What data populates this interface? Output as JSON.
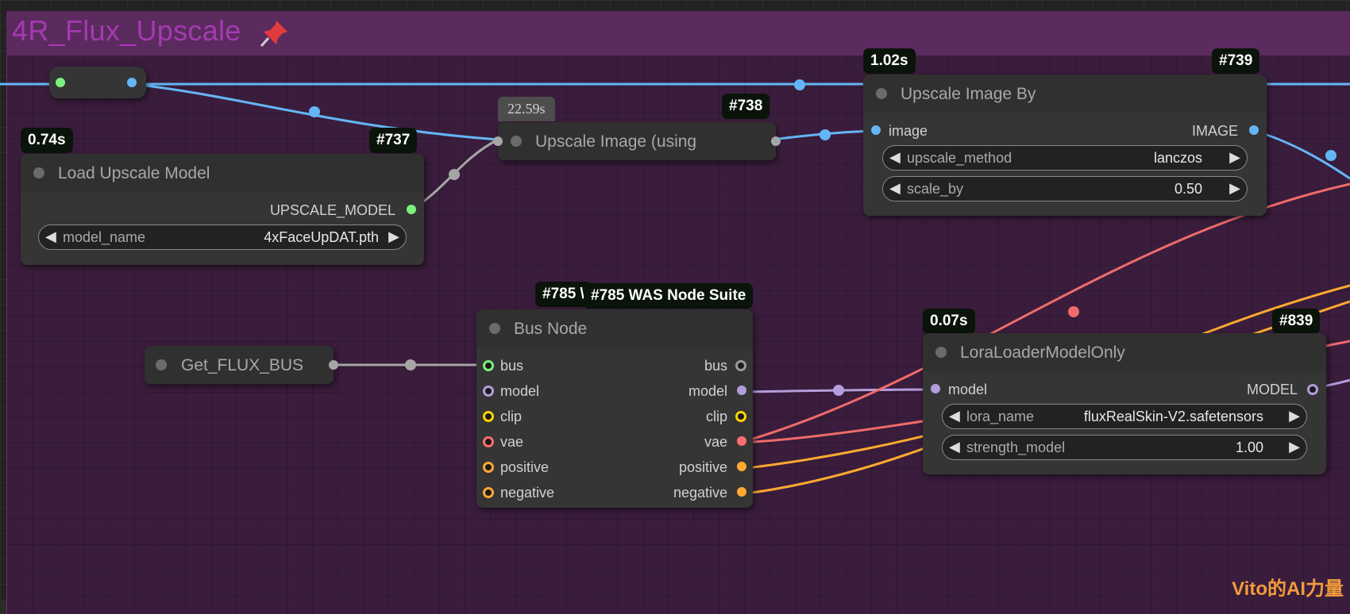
{
  "group": {
    "title": "4R_Flux_Upscale"
  },
  "reroute": {},
  "nodes": {
    "load_upscale": {
      "title": "Load Upscale Model",
      "time": "0.74s",
      "id": "#737",
      "output": "UPSCALE_MODEL",
      "widget": {
        "label": "model_name",
        "value": "4xFaceUpDAT.pth"
      }
    },
    "upscale_using": {
      "title": "Upscale Image (using",
      "time": "22.59s",
      "id": "#738"
    },
    "upscale_by": {
      "title": "Upscale Image By",
      "time": "1.02s",
      "id": "#739",
      "input": "image",
      "output": "IMAGE",
      "widgets": [
        {
          "label": "upscale_method",
          "value": "lanczos"
        },
        {
          "label": "scale_by",
          "value": "0.50"
        }
      ]
    },
    "get_bus": {
      "title": "Get_FLUX_BUS"
    },
    "bus": {
      "title": "Bus Node",
      "id_partial": "#785 \\",
      "tooltip": "#785 WAS Node Suite",
      "inputs": [
        "bus",
        "model",
        "clip",
        "vae",
        "positive",
        "negative"
      ],
      "outputs": [
        "bus",
        "model",
        "clip",
        "vae",
        "positive",
        "negative"
      ]
    },
    "lora": {
      "title": "LoraLoaderModelOnly",
      "time": "0.07s",
      "id": "#839",
      "input": "model",
      "output": "MODEL",
      "widgets": [
        {
          "label": "lora_name",
          "value": "fluxRealSkin-V2.safetensors"
        },
        {
          "label": "strength_model",
          "value": "1.00"
        }
      ]
    }
  },
  "colors": {
    "image": "#64b5f6",
    "upscale_model": "#7cf27c",
    "bus": "#a0a0a0",
    "model": "#b39ddb",
    "clip": "#ffd500",
    "vae": "#ff6e6e",
    "conditioning": "#ffa931"
  },
  "watermark": "Vito的AI力量"
}
